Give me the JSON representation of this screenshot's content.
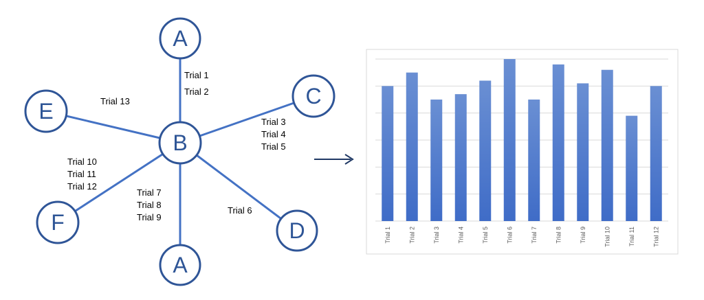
{
  "colors": {
    "node_stroke": "#2F5597",
    "node_text": "#2E5596",
    "edge": "#4472C4",
    "arrow": "#1F3864",
    "bar_top": "#6A8FD3",
    "bar_bottom": "#3F6CC7",
    "grid": "#D9D9D9",
    "label_text": "#000000",
    "tick_text": "#595959",
    "chart_border": "#D9D9D9"
  },
  "diagram": {
    "nodes": [
      {
        "id": "A_top",
        "label": "A"
      },
      {
        "id": "B",
        "label": "B"
      },
      {
        "id": "C",
        "label": "C"
      },
      {
        "id": "D",
        "label": "D"
      },
      {
        "id": "E",
        "label": "E"
      },
      {
        "id": "F",
        "label": "F"
      },
      {
        "id": "A_bottom",
        "label": "A"
      }
    ],
    "edges": [
      {
        "from": "B",
        "to": "A_top",
        "labels": [
          "Trial 1",
          "Trial 2"
        ]
      },
      {
        "from": "B",
        "to": "C",
        "labels": [
          "Trial 3",
          "Trial 4",
          "Trial 5"
        ]
      },
      {
        "from": "B",
        "to": "D",
        "labels": [
          "Trial 6"
        ]
      },
      {
        "from": "B",
        "to": "A_bottom",
        "labels": [
          "Trial 7",
          "Trial 8",
          "Trial 9"
        ]
      },
      {
        "from": "B",
        "to": "F",
        "labels": [
          "Trial 10",
          "Trial 11",
          "Trial 12"
        ]
      },
      {
        "from": "B",
        "to": "E",
        "labels": [
          "Trial 13"
        ]
      }
    ]
  },
  "chart_data": {
    "type": "bar",
    "categories": [
      "Trial 1",
      "Trial 2",
      "Trial 3",
      "Trial 4",
      "Trial 5",
      "Trial 6",
      "Trial 7",
      "Trial 8",
      "Trial 9",
      "Trial 10",
      "Trial 11",
      "Trial 12"
    ],
    "values": [
      5.0,
      5.5,
      4.5,
      4.7,
      5.2,
      6.0,
      4.5,
      5.8,
      5.1,
      5.6,
      3.9,
      5.0
    ],
    "title": "",
    "xlabel": "",
    "ylabel": "",
    "ylim": [
      0,
      6
    ],
    "grid": true,
    "legend": "none"
  }
}
